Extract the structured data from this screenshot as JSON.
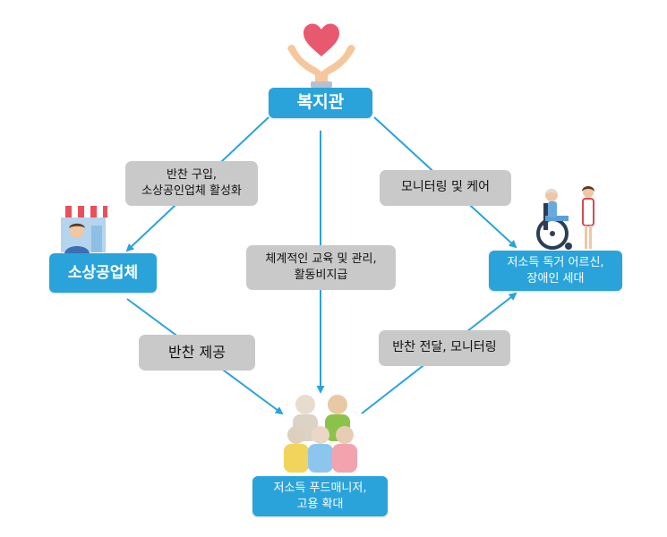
{
  "nodes": {
    "welfare_center": "복지관",
    "small_business": "소상공업체",
    "vulnerable_lines": [
      "저소득 독거 어르신,",
      "장애인 세대"
    ],
    "food_manager_lines": [
      "저소득 푸드매니저,",
      "고용 확대"
    ]
  },
  "edges": {
    "purchase_lines": [
      "반찬 구입,",
      "소상공인업체 활성화"
    ],
    "monitoring_care": "모니터링 및 케어",
    "education_lines": [
      "체계적인 교육 및 관리,",
      "활동비지급"
    ],
    "side_dish_supply": "반찬 제공",
    "delivery_monitoring": "반찬 전달, 모니터링"
  },
  "icons": {
    "welfare_center": "heart-in-hands-icon",
    "small_business": "shop-owner-icon",
    "vulnerable": "wheelchair-caregiver-icon",
    "food_manager": "elderly-group-icon"
  },
  "colors": {
    "node_bg": "#2aa3db",
    "node_text": "#ffffff",
    "label_bg": "#c9c9c9",
    "label_text": "#111111",
    "arrow": "#2aa3db",
    "heart": "#e8586e"
  }
}
